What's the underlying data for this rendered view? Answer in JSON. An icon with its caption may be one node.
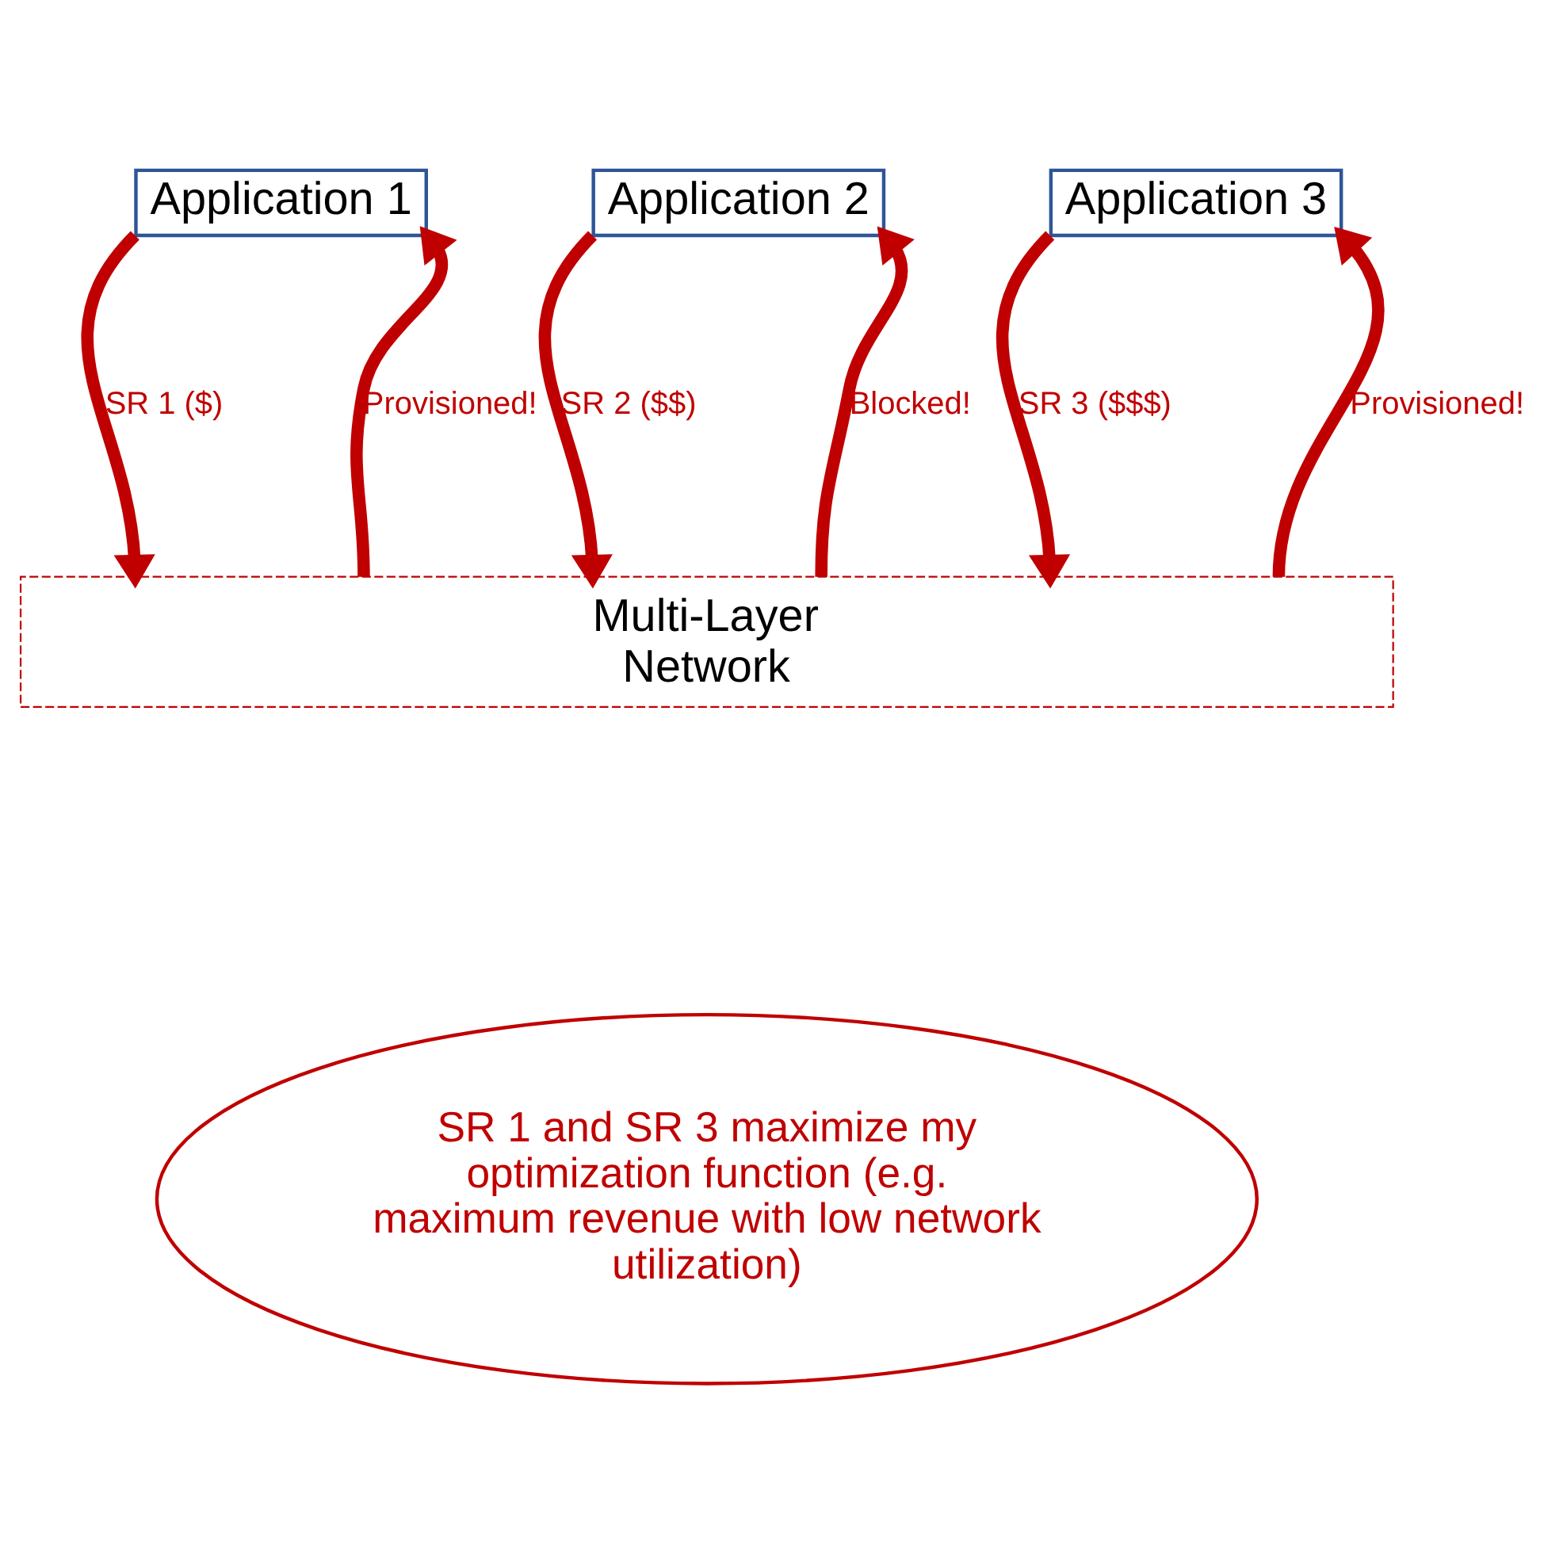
{
  "diagram": {
    "nodes": [
      {
        "text": [
          "Application 1"
        ]
      },
      {
        "text": [
          "Application 2"
        ]
      },
      {
        "text": [
          "Application 3"
        ]
      },
      {
        "text": [
          "Multi-Layer Network"
        ]
      },
      {
        "text": [
          "SR 1 and SR 3 maximize my optimization function (e.g. maximum revenue with low network utilization)"
        ]
      }
    ],
    "edges": [
      {
        "from": 0,
        "to": 3,
        "arrow": "to",
        "label": "SR 1 ($)"
      },
      {
        "from": 3,
        "to": 0,
        "arrow": "to",
        "label": "Provisioned!"
      },
      {
        "from": 1,
        "to": 3,
        "arrow": "to",
        "label": "SR 2 ($$)"
      },
      {
        "from": 3,
        "to": 1,
        "arrow": "to",
        "label": "Blocked!"
      },
      {
        "from": 2,
        "to": 3,
        "arrow": "to",
        "label": "SR 3 ($$$)"
      },
      {
        "from": 3,
        "to": 2,
        "arrow": "to",
        "label": "Provisioned!"
      }
    ]
  }
}
